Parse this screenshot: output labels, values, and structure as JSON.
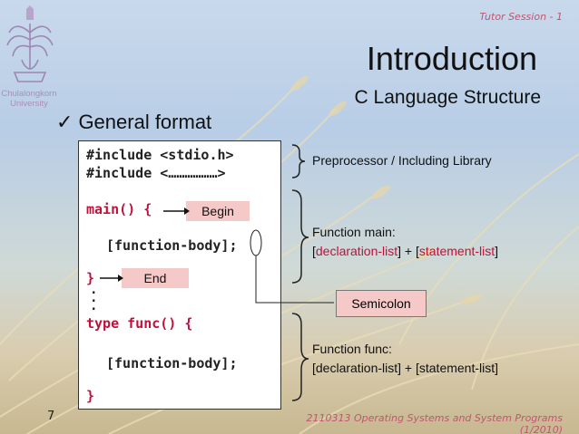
{
  "header": {
    "tutor_label": "Tutor Session - 1",
    "title": "Introduction",
    "subtitle": "C Language Structure"
  },
  "logo": {
    "university_name": "Chulalongkorn University"
  },
  "bullet": {
    "text": "General format",
    "icon": "checkmark-icon"
  },
  "code": {
    "line1": "#include <stdio.h>",
    "line2": "#include <………………>",
    "line3": "main() {",
    "line4": "[function-body];",
    "line5": "}",
    "line6": "type func() {",
    "line7": "[function-body];",
    "line8": "}"
  },
  "callouts": {
    "begin": "Begin",
    "end": "End",
    "semicolon": "Semicolon"
  },
  "notes": {
    "preprocessor": "Preprocessor / Including Library",
    "main_title": "Function main:",
    "main_open1": "[",
    "main_decl": "declaration-list",
    "main_mid": "] + [",
    "main_stmt": "statement-list",
    "main_close": "]",
    "func_title": "Function func:",
    "func_body": "[declaration-list] + [statement-list]"
  },
  "footer": {
    "slide_number": "7",
    "course": "2110313 Operating Systems and System Programs (1/2010)"
  },
  "colors": {
    "accent_red": "#c0113a",
    "callout_pink": "#f6c9c9",
    "footer_pink": "#c0566f"
  }
}
